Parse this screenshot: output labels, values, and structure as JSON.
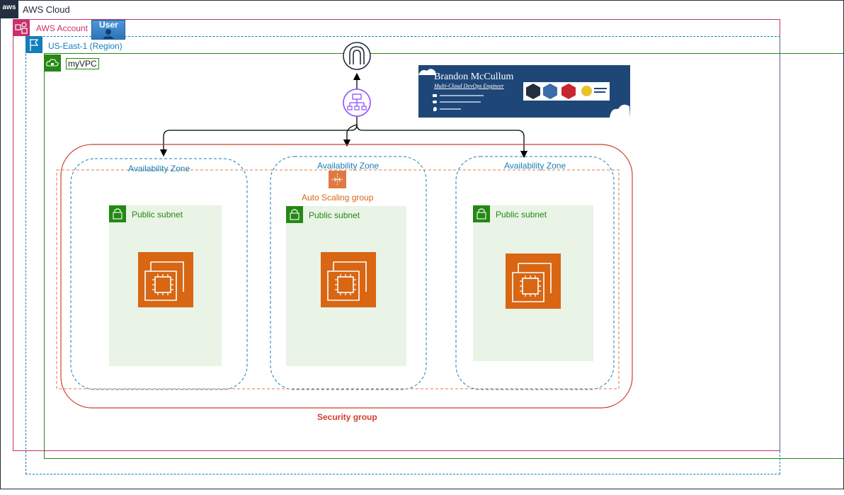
{
  "cloud": {
    "label": "AWS Cloud",
    "badge": "aws"
  },
  "account": {
    "label": "AWS Account"
  },
  "user": {
    "label": "User"
  },
  "region": {
    "label": "US-East-1 (Region)"
  },
  "vpc": {
    "label": "myVPC"
  },
  "availability_zones": [
    {
      "label": "Availability Zone"
    },
    {
      "label": "Availability Zone"
    },
    {
      "label": "Availability Zone"
    }
  ],
  "subnets": [
    {
      "label": "Public subnet"
    },
    {
      "label": "Public subnet"
    },
    {
      "label": "Public subnet"
    }
  ],
  "auto_scaling": {
    "label": "Auto Scaling group"
  },
  "security_group": {
    "label": "Security group"
  },
  "banner": {
    "name": "Brandon McCullum",
    "title": "Multi-Cloud DevOps Engineer"
  },
  "icons": {
    "gateway": "internet-gateway-icon",
    "load_balancer": "load-balancer-icon",
    "ec2": "ec2-instance-icon",
    "lock": "lock-icon",
    "flag": "flag-icon",
    "cloud_lock": "cloud-lock-icon"
  },
  "colors": {
    "account": "#C7316D",
    "region": "#147EBA",
    "vpc": "#248814",
    "subnet_fill": "#E9F3E6",
    "ec2": "#D86613",
    "security": "#D13F2F",
    "asg": "#E07941",
    "lb": "#8C4FFF",
    "banner": "#1E4778"
  }
}
